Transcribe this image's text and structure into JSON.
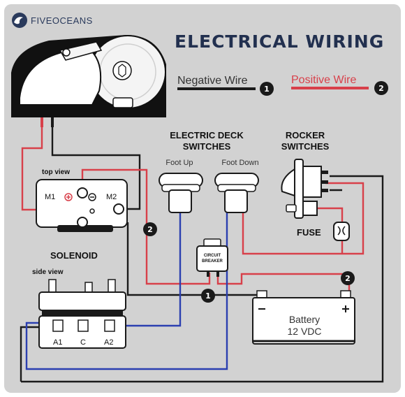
{
  "brand": {
    "name": "FIVEOCEANS"
  },
  "title": "ELECTRICAL WIRING",
  "legend": {
    "negative": {
      "label": "Negative Wire",
      "number": "1",
      "color": "#1a1a1a"
    },
    "positive": {
      "label": "Positive Wire",
      "number": "2",
      "color": "#d8404a"
    }
  },
  "colors": {
    "background": "#d2d2d2",
    "title": "#22304f",
    "blue_wire": "#2b3fb0"
  },
  "deck_switches": {
    "title_line1": "ELECTRIC DECK",
    "title_line2": "SWITCHES",
    "left_label": "Foot Up",
    "right_label": "Foot Down"
  },
  "rocker_switches": {
    "title_line1": "ROCKER",
    "title_line2": "SWITCHES"
  },
  "fuse": {
    "label": "FUSE"
  },
  "circuit_breaker": {
    "line1": "CIRCUIT",
    "line2": "BREAKER"
  },
  "solenoid": {
    "title": "SOLENOID",
    "top_view_label": "top view",
    "side_view_label": "side view",
    "top_terminals": {
      "left": "M1",
      "right": "M2"
    },
    "side_terminals": {
      "a1": "A1",
      "c": "C",
      "a2": "A2"
    }
  },
  "battery": {
    "label": "Battery",
    "voltage": "12 VDC"
  },
  "markers": {
    "negative": "1",
    "positive": "2"
  }
}
